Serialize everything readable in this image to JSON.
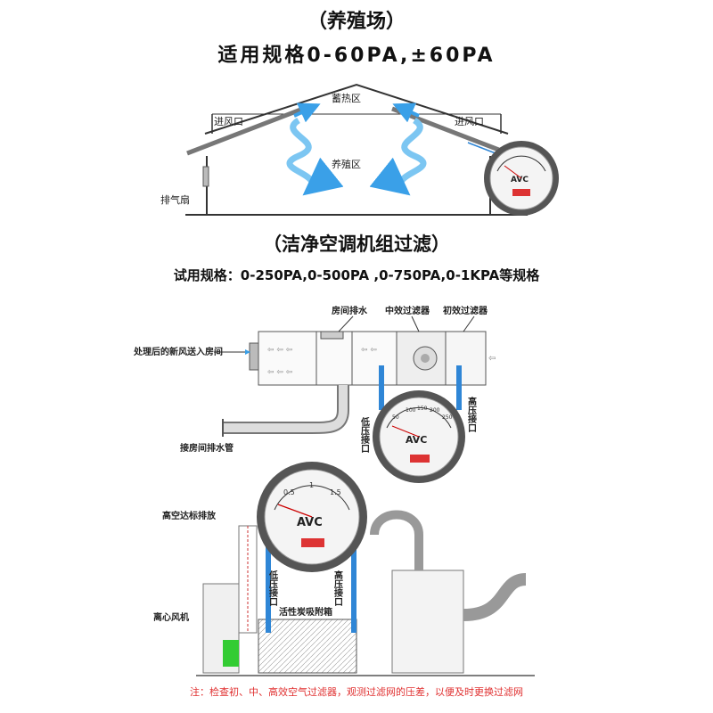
{
  "section1": {
    "title": "（养殖场）",
    "spec": "适用规格0-60PA,±60PA",
    "labels": {
      "heat_zone": "蓄热区",
      "inlet_left": "进风口",
      "inlet_right": "进风口",
      "breed_zone": "养殖区",
      "exhaust_fan": "排气扇"
    }
  },
  "section2": {
    "title": "（洁净空调机组过滤）",
    "spec": "试用规格：0-250PA,0-500PA ,0-750PA,0-1KPA等规格",
    "labels": {
      "room_drain": "房间排水",
      "mid_filter": "中效过滤器",
      "primary_filter": "初效过滤器",
      "processed_air": "处理后的新风送入房间",
      "drain_pipe": "接房间排水管",
      "low_port": "低压接口",
      "high_port": "高压接口",
      "stack": "高空达标排放",
      "fan": "离心风机",
      "carbon_box": "活性炭吸附箱",
      "low_port_2": "低压接口",
      "high_port_2": "高压接口"
    },
    "gauge_a_ticks": [
      "50",
      "100",
      "150",
      "200",
      "250"
    ],
    "gauge_b_ticks": [
      "0.5",
      "1",
      "1.5"
    ],
    "gauge_brand": "AVC"
  },
  "note": "注：检查初、中、高效空气过滤器，观测过滤网的压差，以便及时更换过滤网",
  "colors": {
    "accent": "#3aa0e8",
    "pipe_blue": "#2f86d6",
    "note_red": "#e03030"
  }
}
